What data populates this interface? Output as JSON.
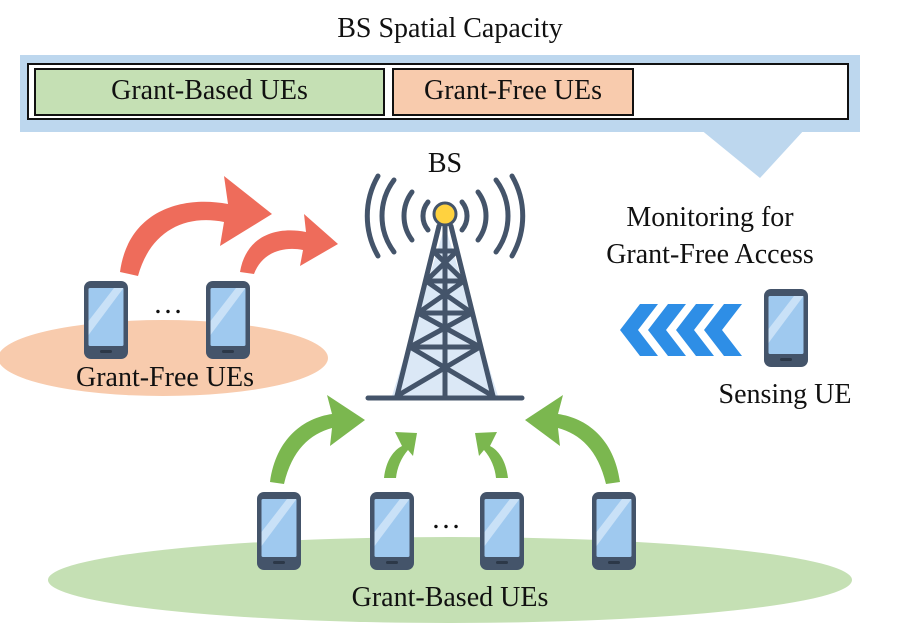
{
  "capacity": {
    "title": "BS Spatial Capacity",
    "grant_based_label": "Grant-Based UEs",
    "grant_free_label": "Grant-Free UEs"
  },
  "bs": {
    "label": "BS"
  },
  "monitoring": {
    "line1": "Monitoring for",
    "line2": "Grant-Free Access"
  },
  "sensing": {
    "label": "Sensing UE"
  },
  "groups": {
    "grant_free_label": "Grant-Free UEs",
    "grant_based_label": "Grant-Based UEs",
    "ellipsis": "…"
  },
  "colors": {
    "grant_based_fill": "#c5e0b4",
    "grant_free_fill": "#f8cbad",
    "callout": "#bdd7ee",
    "tower": "#44546a",
    "red_arrow": "#ee6c5b",
    "green_arrow": "#7bb74f",
    "blue_chevron": "#2e8ee6",
    "bs_light": "#ffd23f"
  },
  "icons": [
    "antenna-tower-icon",
    "smartphone-icon",
    "curved-arrow-icon",
    "chevron-left-icon"
  ]
}
